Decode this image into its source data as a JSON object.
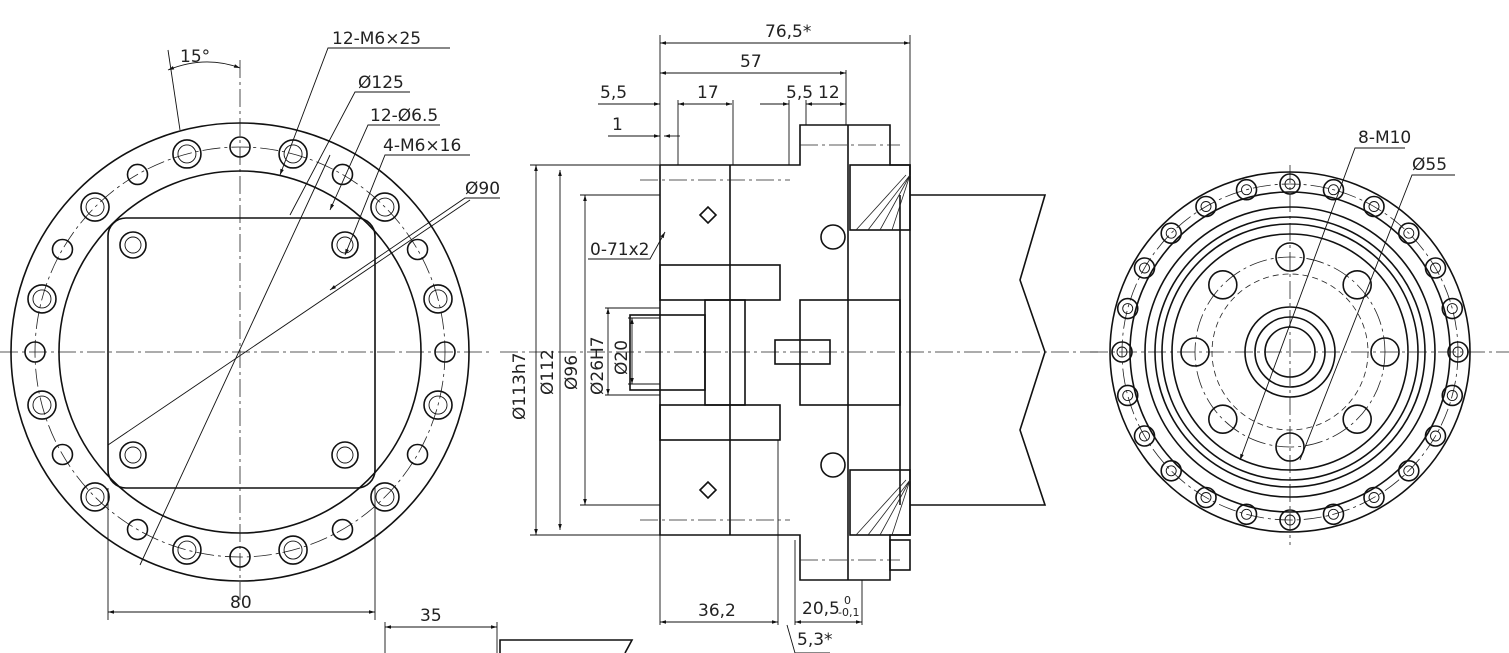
{
  "front_view": {
    "angle": "15°",
    "bolt_callout": "12-M6×25",
    "bolt_circle": "Ø125",
    "holes": "12-Ø6.5",
    "tapped_holes": "4-M6×16",
    "inner_diameter": "Ø90",
    "square_width": "80",
    "shaft_offset": "35"
  },
  "section_view": {
    "overall_length": "76,5*",
    "length_57": "57",
    "left_offset": "5,5",
    "length_17": "17",
    "right_offset": "5,5",
    "length_12": "12",
    "length_1": "1",
    "oring": "0-71x2",
    "d_113": "Ø113h7",
    "d_112": "Ø112",
    "d_96": "Ø96",
    "d_26": "Ø26H7",
    "d_20": "Ø20",
    "length_36": "36,2",
    "length_20": "20,5",
    "tol_upper": "0",
    "tol_lower": "-0,1",
    "length_5_3": "5,3*"
  },
  "rear_view": {
    "thread_callout": "8-M10",
    "diameter": "Ø55"
  }
}
